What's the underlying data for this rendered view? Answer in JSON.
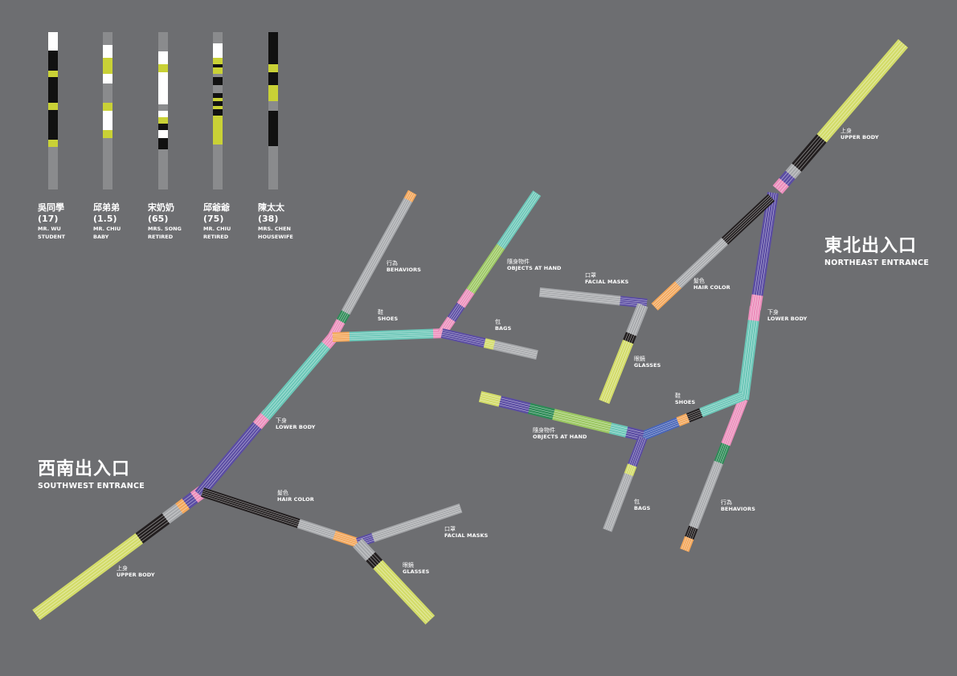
{
  "colors": {
    "background": "#6d6e71",
    "upper_body": "#d3dc6a",
    "lower_body": "#6cc7b8",
    "behaviors": "#a7a9ac",
    "shoes": "#6cc7b8",
    "objects_at_hand": "#9cc863",
    "bags": "#a7a9ac",
    "hair_color": "#231f20",
    "facial_masks": "#a7a9ac",
    "glasses": "#d3dc6a",
    "node": "#ec8fbc",
    "accent_purple": "#5b4da3",
    "accent_orange": "#f3a75b",
    "accent_green": "#2e8b57"
  },
  "people": [
    {
      "name_zh": "吳同學",
      "age": "(17)",
      "name_en": "MR. WU",
      "role": "STUDENT"
    },
    {
      "name_zh": "邱弟弟",
      "age": "(1.5)",
      "name_en": "MR. CHIU",
      "role": "BABY"
    },
    {
      "name_zh": "宋奶奶",
      "age": "(65)",
      "name_en": "MRS. SONG",
      "role": "RETIRED"
    },
    {
      "name_zh": "邱爺爺",
      "age": "(75)",
      "name_en": "MR. CHIU",
      "role": "RETIRED"
    },
    {
      "name_zh": "陳太太",
      "age": "(38)",
      "name_en": "MRS. CHEN",
      "role": "HOUSEWIFE"
    }
  ],
  "southwest": {
    "title_zh": "西南出入口",
    "title_en": "SOUTHWEST ENTRANCE",
    "labels": {
      "upper_body": {
        "zh": "上身",
        "en": "UPPER BODY"
      },
      "lower_body": {
        "zh": "下身",
        "en": "LOWER BODY"
      },
      "behaviors": {
        "zh": "行為",
        "en": "BEHAVIORS"
      },
      "shoes": {
        "zh": "鞋",
        "en": "SHOES"
      },
      "objects": {
        "zh": "隨身物件",
        "en": "OBJECTS AT HAND"
      },
      "bags": {
        "zh": "包",
        "en": "BAGS"
      },
      "hair": {
        "zh": "髮色",
        "en": "HAIR COLOR"
      },
      "masks": {
        "zh": "口罩",
        "en": "FACIAL MASKS"
      },
      "glasses": {
        "zh": "眼鏡",
        "en": "GLASSES"
      }
    }
  },
  "northeast": {
    "title_zh": "東北出入口",
    "title_en": "NORTHEAST ENTRANCE",
    "labels": {
      "upper_body": {
        "zh": "上身",
        "en": "UPPER BODY"
      },
      "lower_body": {
        "zh": "下身",
        "en": "LOWER BODY"
      },
      "behaviors": {
        "zh": "行為",
        "en": "BEHAVIORS"
      },
      "shoes": {
        "zh": "鞋",
        "en": "SHOES"
      },
      "objects": {
        "zh": "隨身物件",
        "en": "OBJECTS AT HAND"
      },
      "bags": {
        "zh": "包",
        "en": "BAGS"
      },
      "hair": {
        "zh": "髮色",
        "en": "HAIR COLOR"
      },
      "masks": {
        "zh": "口罩",
        "en": "FACIAL MASKS"
      },
      "glasses": {
        "zh": "眼鏡",
        "en": "GLASSES"
      }
    }
  }
}
